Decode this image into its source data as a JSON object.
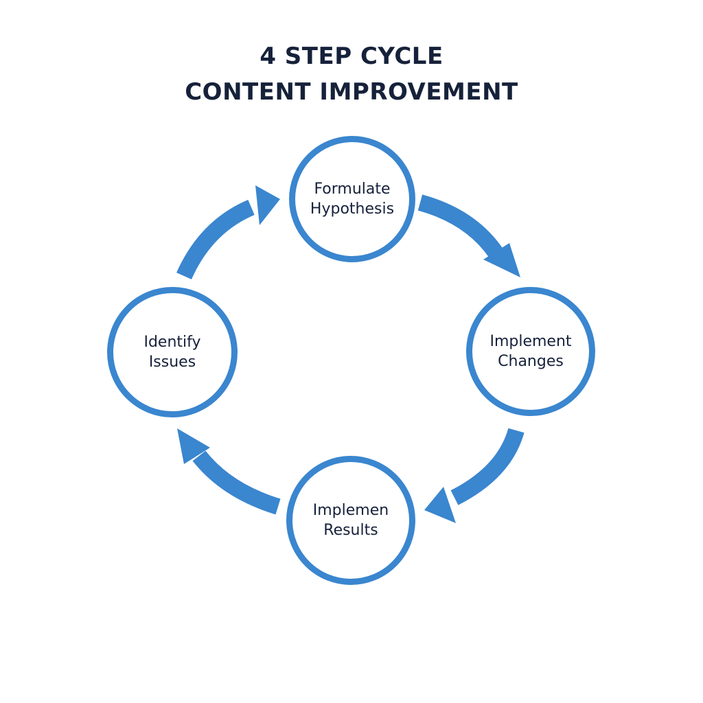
{
  "title": {
    "line1": "4 STEP CYCLE",
    "line2": "CONTENT IMPROVEMENT"
  },
  "colors": {
    "accent": "#3a86cf",
    "text": "#16213a",
    "background": "#ffffff"
  },
  "nodes": {
    "top": {
      "line1": "Formulate",
      "line2": "Hypothesis"
    },
    "right": {
      "line1": "Implement",
      "line2": "Changes"
    },
    "bottom": {
      "line1": "Implemen",
      "line2": "Results"
    },
    "left": {
      "line1": "Identify",
      "line2": "Issues"
    }
  },
  "flow": [
    "Formulate Hypothesis → Implement Changes",
    "Implement Changes → Implemen Results",
    "Implemen Results → Identify Issues",
    "Identify Issues → Formulate Hypothesis"
  ]
}
